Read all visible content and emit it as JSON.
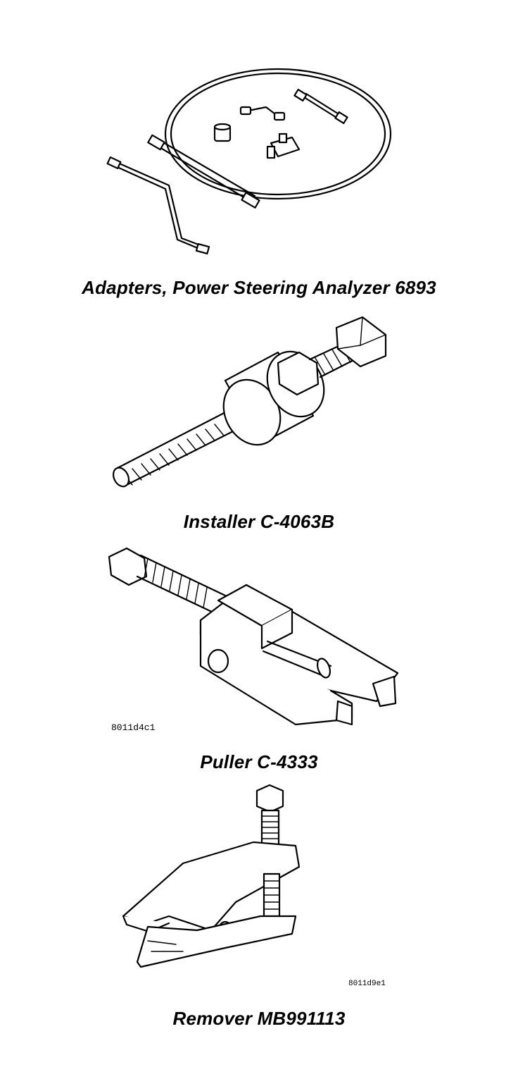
{
  "figures": [
    {
      "caption": "Adapters, Power Steering Analyzer 6893",
      "icon": "adapters-hose-kit"
    },
    {
      "caption": "Installer C-4063B",
      "icon": "screw-installer"
    },
    {
      "caption": "Puller C-4333",
      "icon": "ball-joint-puller",
      "code": "8011d4c1"
    },
    {
      "caption": "Remover MB991113",
      "icon": "ball-joint-remover",
      "code": "8011d9e1"
    }
  ]
}
